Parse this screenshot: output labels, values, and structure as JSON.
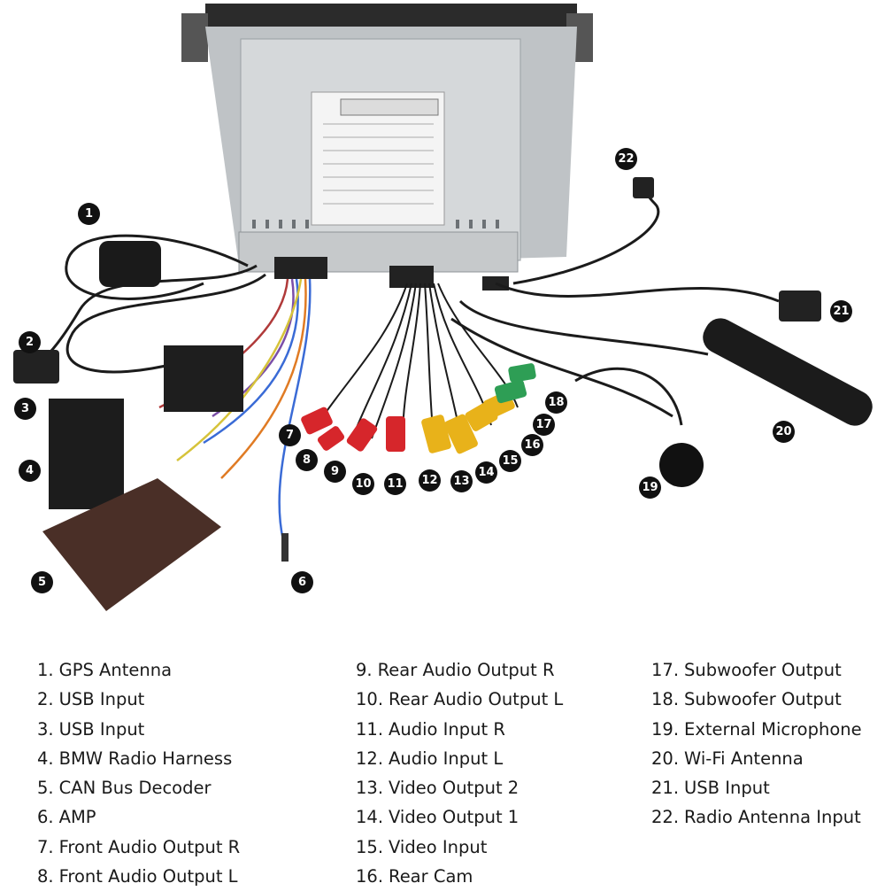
{
  "callouts": [
    "1",
    "2",
    "3",
    "4",
    "5",
    "6",
    "7",
    "8",
    "9",
    "10",
    "11",
    "12",
    "13",
    "14",
    "15",
    "16",
    "17",
    "18",
    "19",
    "20",
    "21",
    "22"
  ],
  "legend": [
    [
      {
        "num": "1.",
        "label": "GPS Antenna"
      },
      {
        "num": "2.",
        "label": "USB Input"
      },
      {
        "num": "3.",
        "label": "USB Input"
      },
      {
        "num": "4.",
        "label": "BMW Radio Harness"
      },
      {
        "num": "5.",
        "label": "CAN Bus Decoder"
      },
      {
        "num": "6.",
        "label": "AMP"
      },
      {
        "num": "7.",
        "label": "Front Audio Output R"
      },
      {
        "num": "8.",
        "label": "Front Audio Output L"
      }
    ],
    [
      {
        "num": "9.",
        "label": "Rear Audio Output R"
      },
      {
        "num": "10.",
        "label": "Rear Audio Output L"
      },
      {
        "num": "11.",
        "label": "Audio Input R"
      },
      {
        "num": "12.",
        "label": "Audio Input L"
      },
      {
        "num": "13.",
        "label": "Video Output 2"
      },
      {
        "num": "14.",
        "label": "Video Output 1"
      },
      {
        "num": "15.",
        "label": "Video Input"
      },
      {
        "num": "16.",
        "label": "Rear Cam"
      }
    ],
    [
      {
        "num": "17.",
        "label": "Subwoofer Output"
      },
      {
        "num": "18.",
        "label": "Subwoofer Output"
      },
      {
        "num": "19.",
        "label": "External Microphone"
      },
      {
        "num": "20.",
        "label": "Wi-Fi Antenna"
      },
      {
        "num": "21.",
        "label": "USB Input"
      },
      {
        "num": "22.",
        "label": "Radio Antenna Input"
      }
    ]
  ],
  "colors": {
    "rca_red": "#d6262b",
    "rca_yellow": "#e8b21a",
    "rca_green": "#2e9e55",
    "badge": "#111111"
  }
}
